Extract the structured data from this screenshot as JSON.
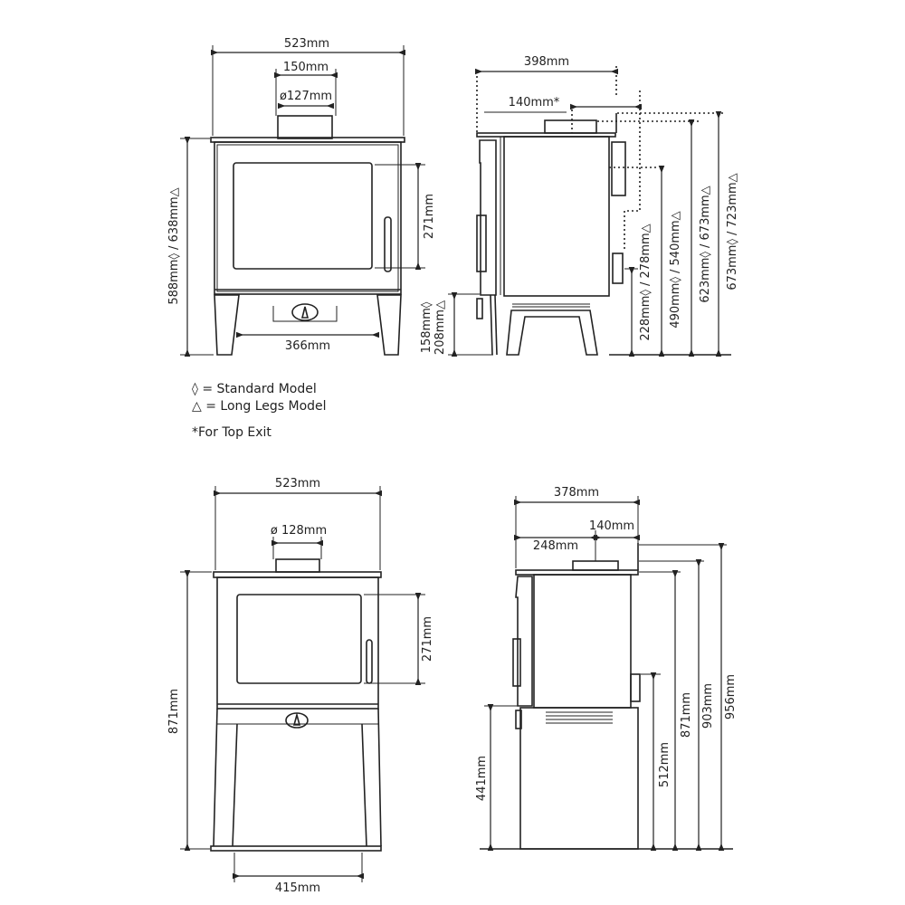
{
  "top_front": {
    "width": "523mm",
    "flue_width": "150mm",
    "flue_dia": "ø127mm",
    "height": "588mm◊ / 638mm△",
    "glass_height": "271mm",
    "leg_span": "366mm"
  },
  "top_side": {
    "depth": "398mm",
    "flue_offset": "140mm*",
    "floor_to_base": "158mm◊",
    "floor_to_base_long": "208mm△",
    "rear_outlet": "228mm◊ / 278mm△",
    "rear_flue": "490mm◊ / 540mm△",
    "top_height": "623mm◊ / 673mm△",
    "flue_top": "673mm◊ / 723mm△"
  },
  "legend": {
    "standard": "◊ = Standard Model",
    "long_legs": "△ = Long Legs Model",
    "note": "*For Top Exit"
  },
  "bottom_front": {
    "width": "523mm",
    "flue_dia": "ø 128mm",
    "height": "871mm",
    "glass_height": "271mm",
    "base_width": "415mm"
  },
  "bottom_side": {
    "depth": "378mm",
    "front_to_flue": "248mm",
    "flue_offset": "140mm",
    "stand_height": "441mm",
    "rear_outlet": "512mm",
    "body_height": "871mm",
    "top_height": "903mm",
    "flue_top": "956mm"
  }
}
